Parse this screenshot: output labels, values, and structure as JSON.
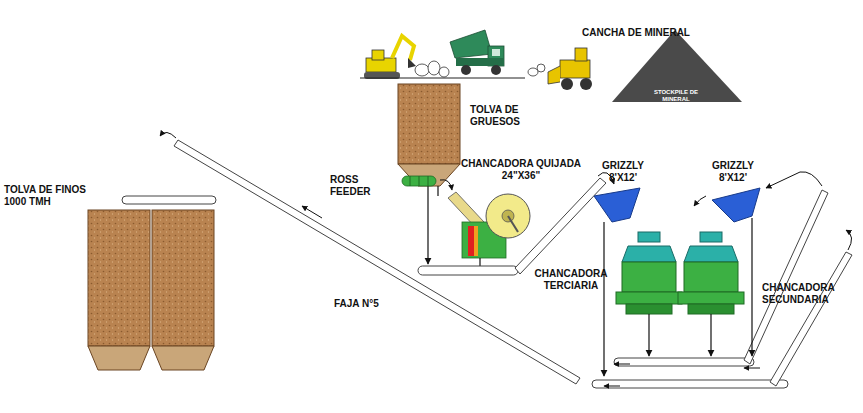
{
  "diagram": {
    "labels": [
      "CANCHA DE MINERAL",
      "STOCKPILE DE MINERAL",
      "TOLVA DE GRUESOS",
      "ROSS FEEDER",
      "CHANCADORA QUIJADA 24\"X36\"",
      "GRIZZLY 8'X12'",
      "GRIZZLY 8'X12'",
      "TOLVA DE FINOS 1000 TMH",
      "FAJA N°5",
      "CHANCADORA TERCIARIA",
      "CHANCADORA SECUNDARIA"
    ]
  }
}
